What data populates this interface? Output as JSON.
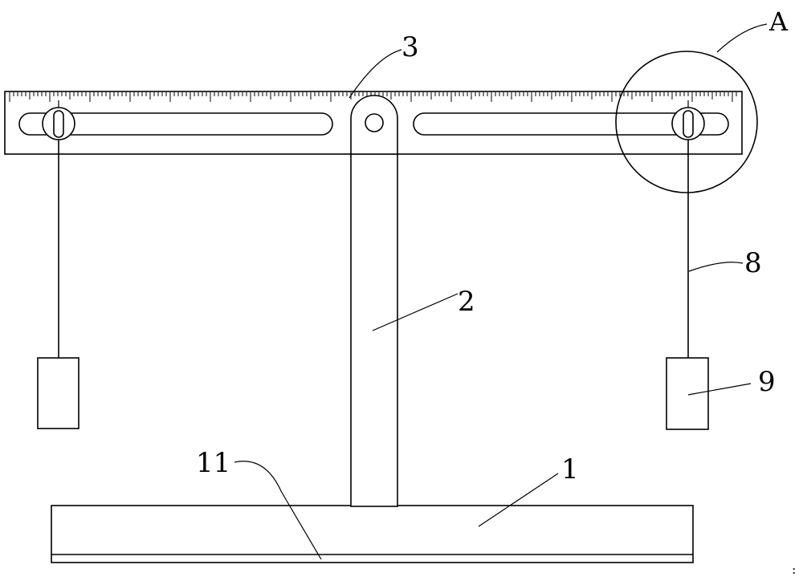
{
  "labels": {
    "base": "1",
    "post": "2",
    "ruler": "3",
    "string": "8",
    "weight": "9",
    "base_strip": "11",
    "detail": "A"
  },
  "footer_mark": ":"
}
